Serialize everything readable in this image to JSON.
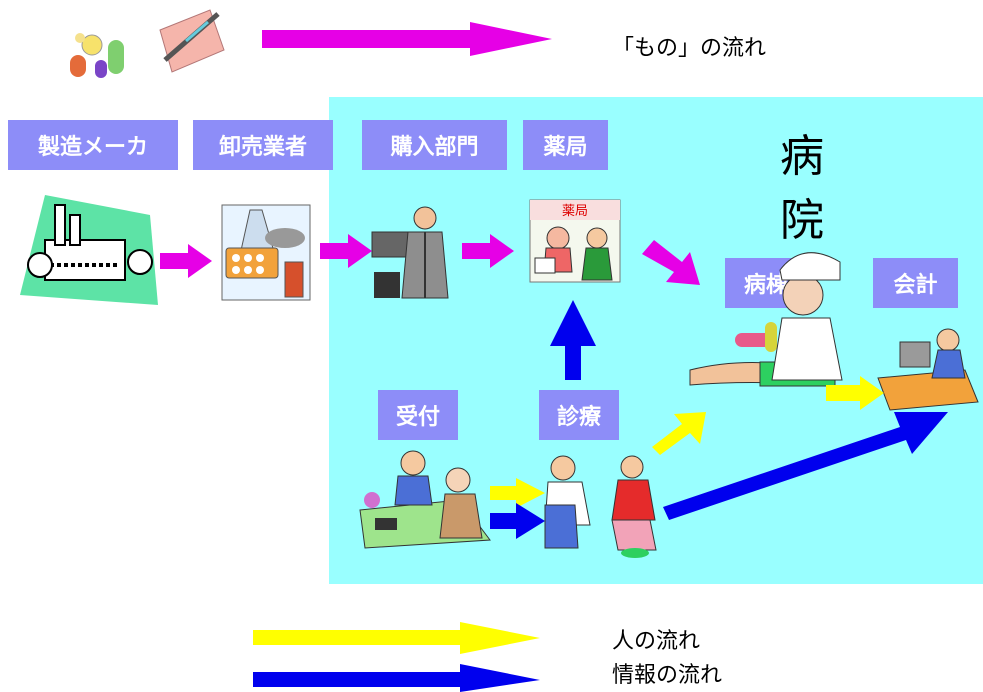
{
  "legend": {
    "goods_flow": "「もの」の流れ",
    "people_flow": "人の流れ",
    "info_flow": "情報の流れ"
  },
  "hospital": {
    "title": "病　院"
  },
  "labels": {
    "manufacturer": "製造メーカ",
    "wholesaler": "卸売業者",
    "purchasing": "購入部門",
    "pharmacy": "薬局",
    "ward": "病棟",
    "accounting": "会計",
    "reception": "受付",
    "consultation": "診療"
  },
  "pharmacy_sign": "薬局",
  "colors": {
    "goods": "#e600e6",
    "people": "#ffff00",
    "info": "#0000ee",
    "hospital_bg": "#99ffff",
    "label_bg": "#8d8df8"
  }
}
